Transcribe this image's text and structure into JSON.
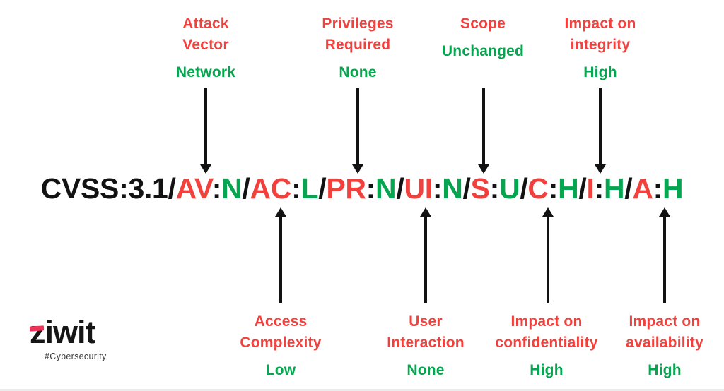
{
  "colors": {
    "red": "#f2413d",
    "green": "#05a64f",
    "ink": "#121212",
    "pink": "#ee3358",
    "gray": "#3d3d3d"
  },
  "vector": {
    "full_string": "CVSS:3.1/AV:N/AC:L/PR:N/UI:N/S:U/C:H/I:H/A:H",
    "segments": [
      {
        "t": "CVSS:3.1/",
        "c": "black"
      },
      {
        "t": "AV",
        "c": "red"
      },
      {
        "t": ":",
        "c": "black"
      },
      {
        "t": "N",
        "c": "green"
      },
      {
        "t": "/",
        "c": "black"
      },
      {
        "t": "AC",
        "c": "red"
      },
      {
        "t": ":",
        "c": "black"
      },
      {
        "t": "L",
        "c": "green"
      },
      {
        "t": "/",
        "c": "black"
      },
      {
        "t": "PR",
        "c": "red"
      },
      {
        "t": ":",
        "c": "black"
      },
      {
        "t": "N",
        "c": "green"
      },
      {
        "t": "/",
        "c": "black"
      },
      {
        "t": "UI",
        "c": "red"
      },
      {
        "t": ":",
        "c": "black"
      },
      {
        "t": "N",
        "c": "green"
      },
      {
        "t": "/",
        "c": "black"
      },
      {
        "t": "S",
        "c": "red"
      },
      {
        "t": ":",
        "c": "black"
      },
      {
        "t": "U",
        "c": "green"
      },
      {
        "t": "/",
        "c": "black"
      },
      {
        "t": "C",
        "c": "red"
      },
      {
        "t": ":",
        "c": "black"
      },
      {
        "t": "H",
        "c": "green"
      },
      {
        "t": "/",
        "c": "black"
      },
      {
        "t": "I",
        "c": "red"
      },
      {
        "t": ":",
        "c": "black"
      },
      {
        "t": "H",
        "c": "green"
      },
      {
        "t": "/",
        "c": "black"
      },
      {
        "t": "A",
        "c": "red"
      },
      {
        "t": ":",
        "c": "black"
      },
      {
        "t": "H",
        "c": "green"
      }
    ]
  },
  "top_labels": [
    {
      "line1": "Attack",
      "line2": "Vector",
      "value": "Network"
    },
    {
      "line1": "Privileges",
      "line2": "Required",
      "value": "None"
    },
    {
      "line1": "",
      "line2": "Scope",
      "value": "Unchanged"
    },
    {
      "line1": "Impact on",
      "line2": "integrity",
      "value": "High"
    }
  ],
  "bottom_labels": [
    {
      "line1": "Access",
      "line2": "Complexity",
      "value": "Low"
    },
    {
      "line1": "User",
      "line2": "Interaction",
      "value": "None"
    },
    {
      "line1": "Impact on",
      "line2": "confidentiality",
      "value": "High"
    },
    {
      "line1": "Impact on",
      "line2": "availability",
      "value": "High"
    }
  ],
  "logo": {
    "brand": "ziwit",
    "tagline": "#Cybersecurity"
  }
}
